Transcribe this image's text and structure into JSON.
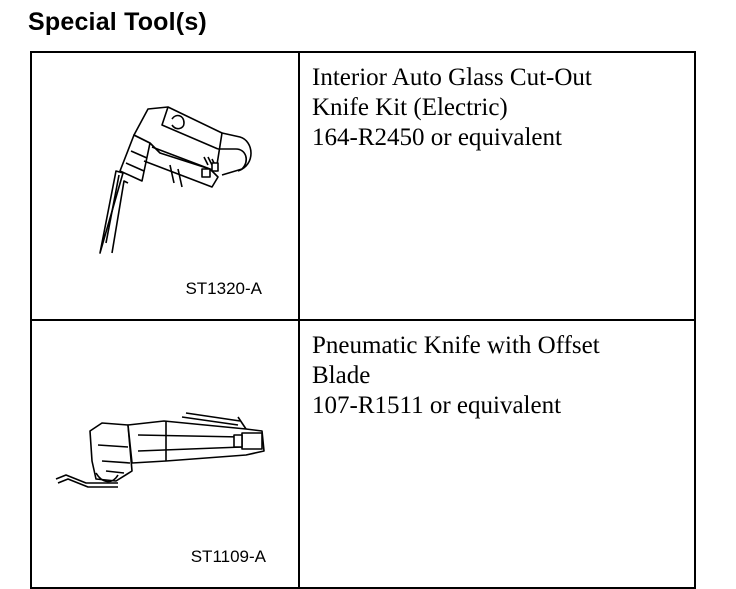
{
  "heading": "Special Tool(s)",
  "tools": [
    {
      "figure_id": "ST1320-A",
      "icon": "electric-cut-out-knife-icon",
      "description_lines": [
        "Interior Auto Glass Cut-Out",
        "Knife Kit (Electric)",
        "164-R2450 or equivalent"
      ]
    },
    {
      "figure_id": "ST1109-A",
      "icon": "pneumatic-offset-knife-icon",
      "description_lines": [
        "Pneumatic Knife with Offset",
        "Blade",
        "107-R1511 or equivalent"
      ]
    }
  ]
}
